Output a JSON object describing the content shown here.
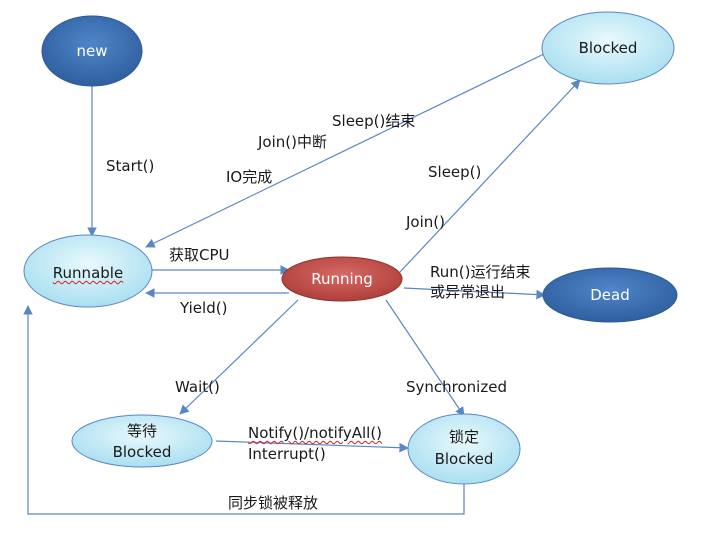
{
  "colors": {
    "dark_blue_fill": "#3f73b6",
    "light_blue_fill": "#c6edf7",
    "red_fill": "#c0504d",
    "edge": "#5b86c5"
  },
  "nodes": {
    "new": "new",
    "blocked_top": "Blocked",
    "runnable": "Runnable",
    "running": "Running",
    "dead": "Dead",
    "wait_blocked_line1": "等待",
    "wait_blocked_line2": "Blocked",
    "lock_blocked_line1": "锁定",
    "lock_blocked_line2": "Blocked"
  },
  "edges": {
    "start": "Start()",
    "sleep_end": "Sleep()结束",
    "join_interrupt": "Join()中断",
    "io_done": "IO完成",
    "sleep": "Sleep()",
    "join": "Join()",
    "get_cpu": "获取CPU",
    "yield": "Yield()",
    "run_end_line1": "Run()运行结束",
    "run_end_line2": "或异常退出",
    "wait": "Wait()",
    "synchronized": "Synchronized",
    "notify": "Notify()/notifyAll()",
    "interrupt": "Interrupt()",
    "release_lock": "同步锁被释放"
  }
}
